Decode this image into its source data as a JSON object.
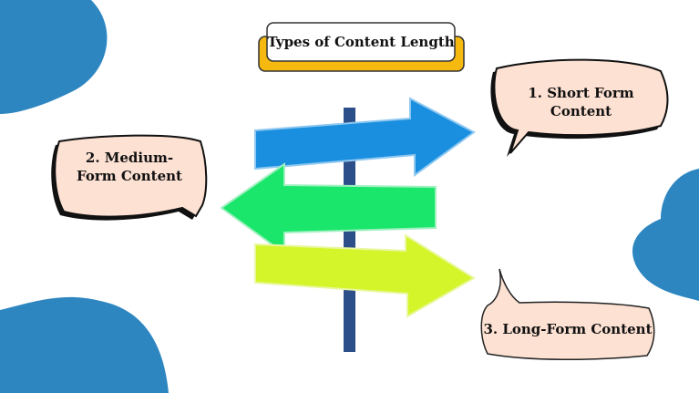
{
  "title": "Types of Content Length",
  "bubbles": {
    "short": "1. Short Form Content",
    "medium_line1": "2. Medium-",
    "medium_line2": "Form Content",
    "long": "3. Long-Form Content"
  },
  "colors": {
    "blob": "#2e86c1",
    "arrow_blue": "#1a8fe0",
    "arrow_green": "#19e66a",
    "arrow_yellow": "#d4f52a",
    "bubble": "#fde1d3",
    "title_accent": "#f5b90f"
  }
}
